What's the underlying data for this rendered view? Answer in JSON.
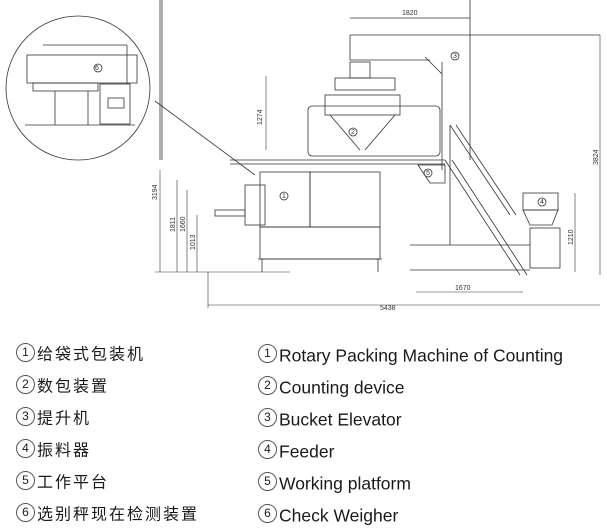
{
  "diagram": {
    "type": "mechanical-layout-drawing",
    "callouts": [
      "1",
      "2",
      "3",
      "4",
      "5",
      "6"
    ],
    "dimensions": {
      "elevator_top_width": "1820",
      "weigher_height": "1274",
      "overall_height_left": "3194",
      "machine_height_a": "1811",
      "machine_height_b": "1660",
      "infeed_height": "1013",
      "overall_length": "5438",
      "platform_length": "1670",
      "feeder_height": "1210",
      "overall_height_right": "3824"
    }
  },
  "legend": {
    "chinese": [
      {
        "num": "1",
        "label": "给袋式包装机"
      },
      {
        "num": "2",
        "label": "数包装置"
      },
      {
        "num": "3",
        "label": "提升机"
      },
      {
        "num": "4",
        "label": "振料器"
      },
      {
        "num": "5",
        "label": "工作平台"
      },
      {
        "num": "6",
        "label": "选别秤现在检测装置"
      }
    ],
    "english": [
      {
        "num": "1",
        "label": "Rotary Packing Machine of Counting"
      },
      {
        "num": "2",
        "label": "Counting device"
      },
      {
        "num": "3",
        "label": "Bucket Elevator"
      },
      {
        "num": "4",
        "label": "Feeder"
      },
      {
        "num": "5",
        "label": "Working platform"
      },
      {
        "num": "6",
        "label": "Check Weigher"
      }
    ]
  }
}
